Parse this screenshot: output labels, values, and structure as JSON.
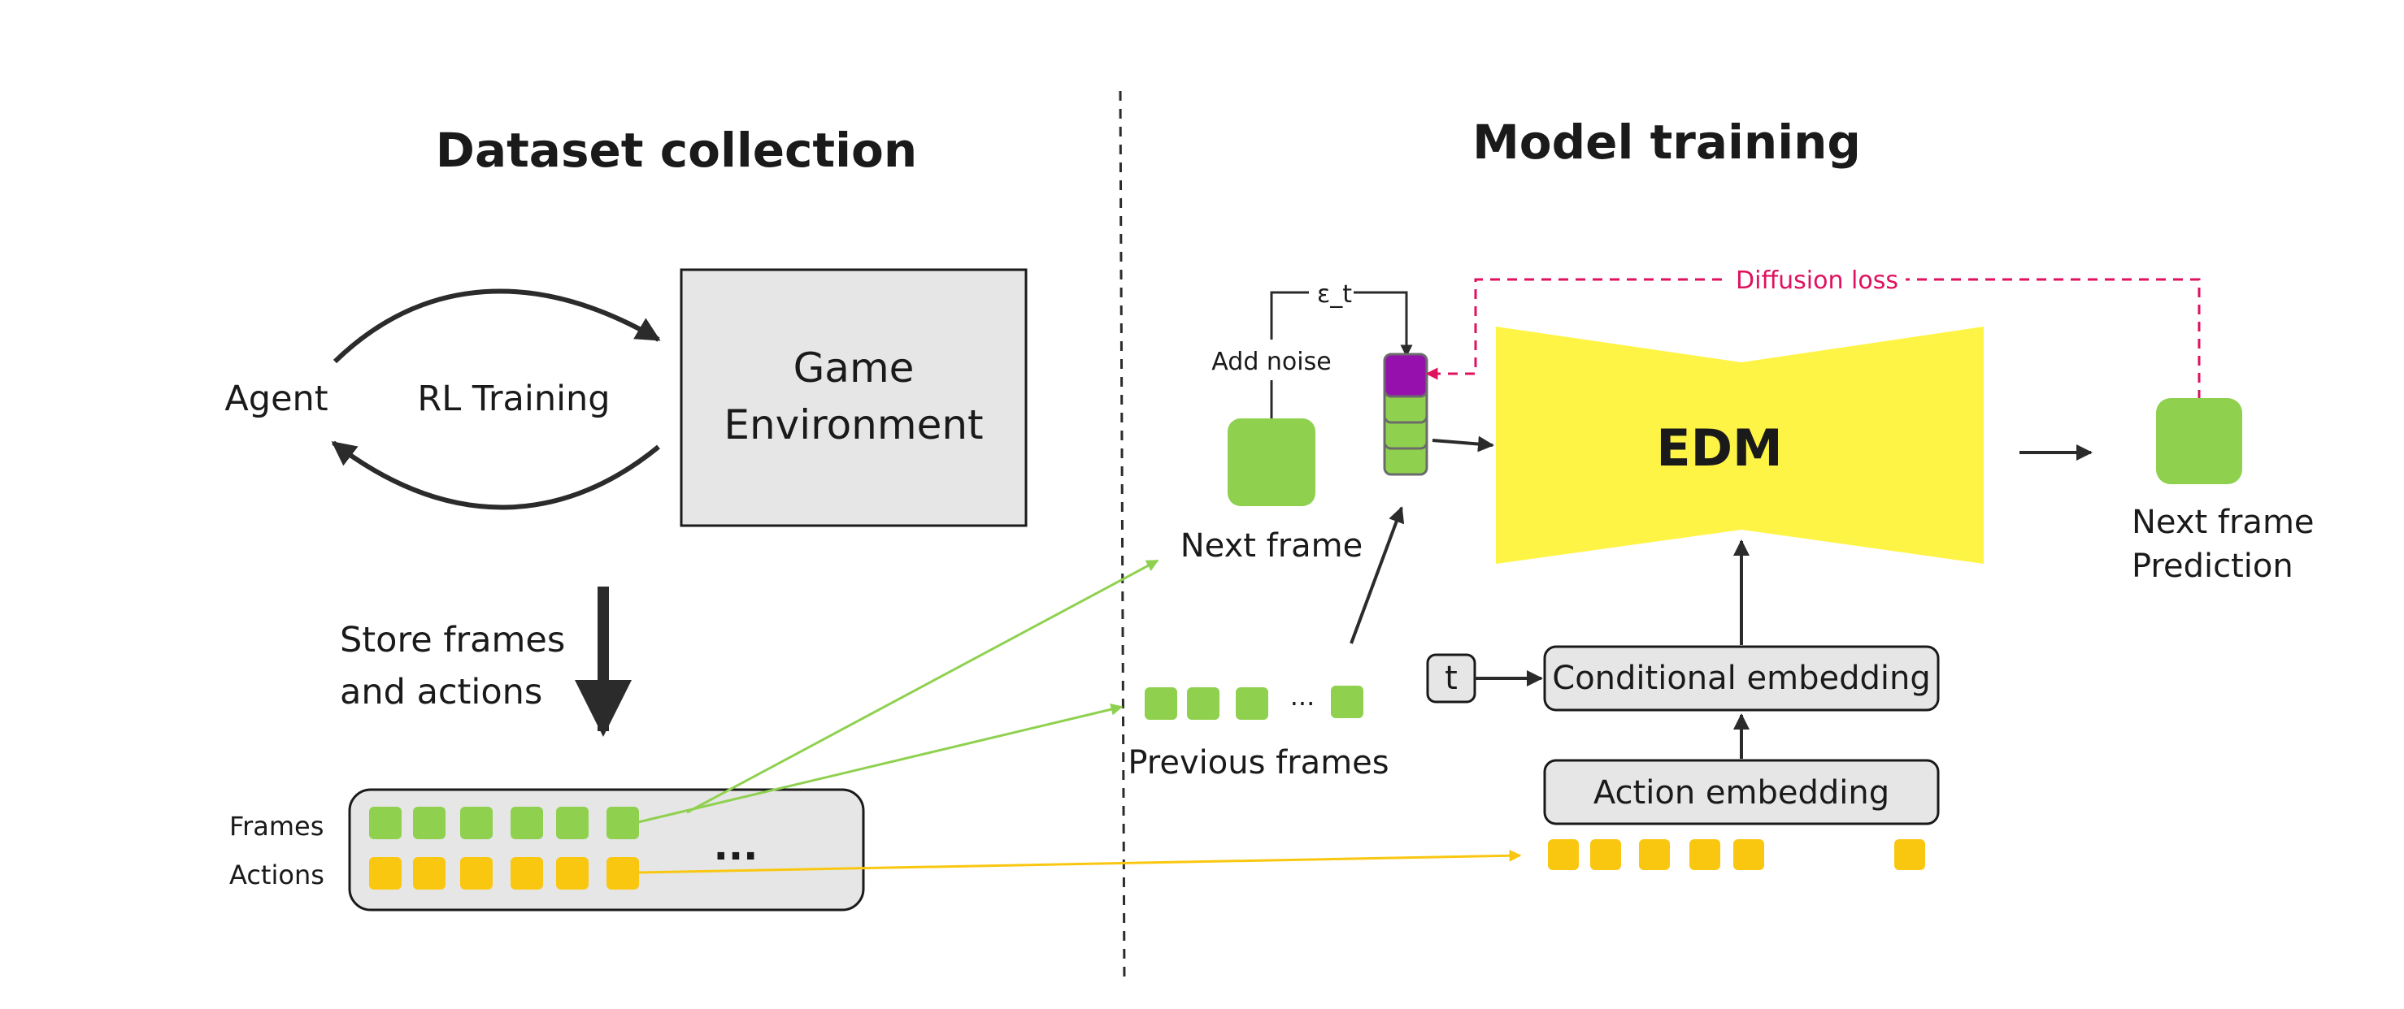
{
  "dataset_section": {
    "title": "Dataset collection",
    "agent": "Agent",
    "rl_training": "RL Training",
    "game_environment": [
      "Game",
      "Environment"
    ],
    "store_caption": [
      "Store frames",
      "and actions"
    ],
    "frames_label": "Frames",
    "actions_label": "Actions",
    "ellipsis": "...",
    "frame_tile_count": 6,
    "action_tile_count": 6
  },
  "training_section": {
    "title": "Model training",
    "add_noise": "Add noise",
    "epsilon": "ε_t",
    "next_frame": "Next frame",
    "previous_frames": "Previous frames",
    "prev_ellipsis": "...",
    "edm": "EDM",
    "diffusion_loss": "Diffusion loss",
    "prediction": [
      "Next frame",
      "Prediction"
    ],
    "t_token": "t",
    "conditional_embedding": "Conditional embedding",
    "action_embedding": "Action embedding"
  },
  "colors": {
    "frame_green": "#8fd14f",
    "action_yellow": "#fac710",
    "noise_purple": "#9510ac",
    "edm_yellow": "#fef445",
    "loss_pink": "#e0115f",
    "box_fill": "#e6e6e6",
    "stroke_dark": "#1a1a1a"
  }
}
